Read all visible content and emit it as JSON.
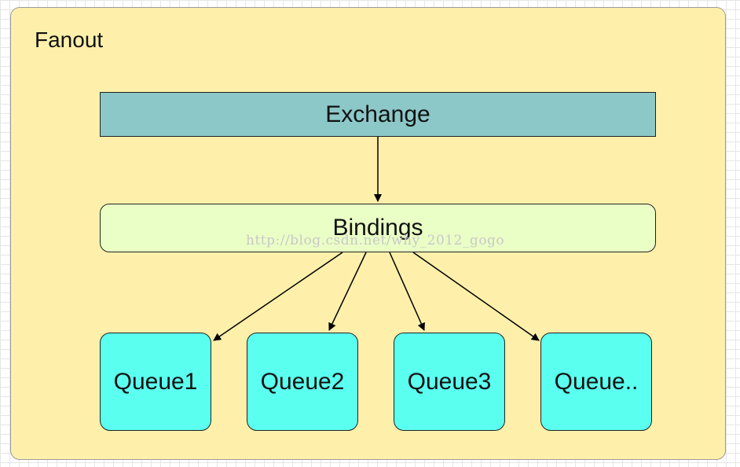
{
  "frame": {
    "title": "Fanout"
  },
  "nodes": {
    "exchange": "Exchange",
    "bindings": "Bindings",
    "queues": [
      "Queue1",
      "Queue2",
      "Queue3",
      "Queue.."
    ]
  },
  "watermark": "http://blog.csdn.net/why_2012_gogo",
  "colors": {
    "frame_fill": "#fef0aa",
    "exchange_fill": "#8cc8c8",
    "bindings_fill": "#eaffc6",
    "queue_fill": "#5bfff0"
  }
}
